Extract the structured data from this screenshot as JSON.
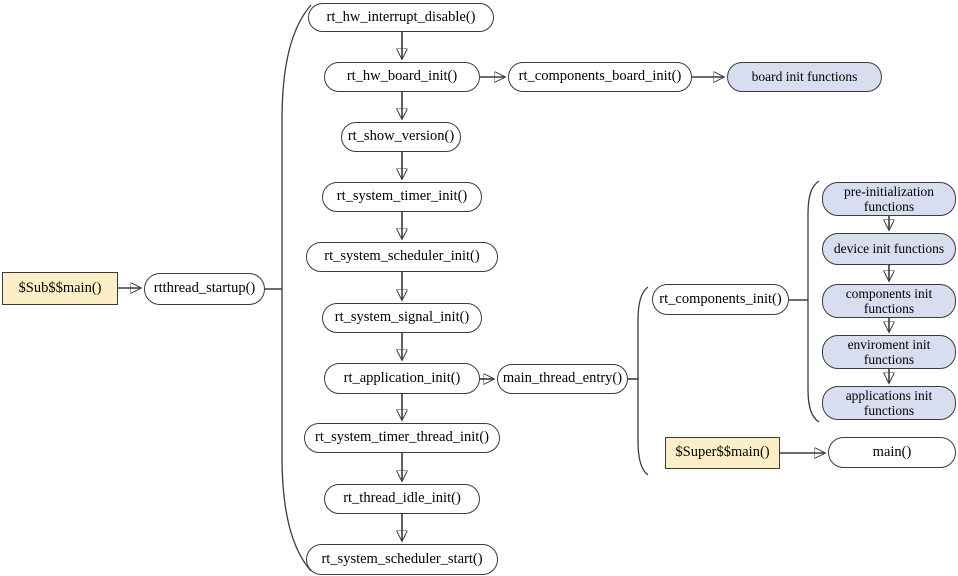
{
  "colors": {
    "line": "#3b3b3b",
    "border": "#3b3b3b",
    "highlight_box_fill": "#fcefc7",
    "component_box_fill": "#d8def0",
    "plain_box_fill": "#ffffff",
    "text": "#000000"
  },
  "nodes": {
    "sub_main": {
      "label": "$Sub$$main()"
    },
    "rtthread_startup": {
      "label": "rtthread_startup()"
    },
    "hw_interrupt_disable": {
      "label": "rt_hw_interrupt_disable()"
    },
    "hw_board_init": {
      "label": "rt_hw_board_init()"
    },
    "components_board_init": {
      "label": "rt_components_board_init()"
    },
    "board_init_functions": {
      "label": "board init functions"
    },
    "show_version": {
      "label": "rt_show_version()"
    },
    "system_timer_init": {
      "label": "rt_system_timer_init()"
    },
    "system_scheduler_init": {
      "label": "rt_system_scheduler_init()"
    },
    "system_signal_init": {
      "label": "rt_system_signal_init()"
    },
    "application_init": {
      "label": "rt_application_init()"
    },
    "main_thread_entry": {
      "label": "main_thread_entry()"
    },
    "system_timer_thread_init": {
      "label": "rt_system_timer_thread_init()"
    },
    "thread_idle_init": {
      "label": "rt_thread_idle_init()"
    },
    "system_scheduler_start": {
      "label": "rt_system_scheduler_start()"
    },
    "components_init": {
      "label": "rt_components_init()"
    },
    "pre_init_functions": {
      "label": "pre-initialization functions"
    },
    "device_init_functions": {
      "label": "device init functions"
    },
    "components_init_functions": {
      "label": "components init functions"
    },
    "environment_init_functions": {
      "label": "enviroment init functions"
    },
    "applications_init_functions": {
      "label": "applications init functions"
    },
    "super_main": {
      "label": "$Super$$main()"
    },
    "main": {
      "label": "main()"
    }
  }
}
